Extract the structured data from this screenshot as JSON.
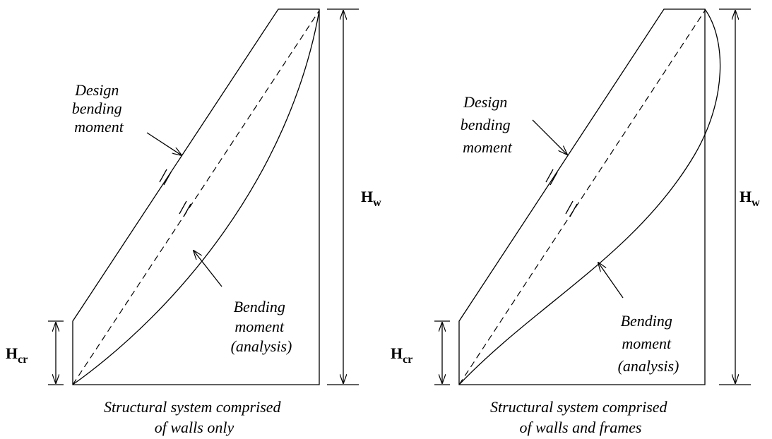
{
  "left_panel": {
    "design_label": [
      "Design",
      "bending",
      "moment"
    ],
    "analysis_label": [
      "Bending",
      "moment",
      "(analysis)"
    ],
    "hcr_main": "H",
    "hcr_sub": "cr",
    "hw_main": "H",
    "hw_sub": "w",
    "caption": [
      "Structural system comprised",
      "of walls only"
    ]
  },
  "right_panel": {
    "design_label": [
      "Design",
      "bending",
      "moment"
    ],
    "analysis_label": [
      "Bending",
      "moment",
      "(analysis)"
    ],
    "hcr_main": "H",
    "hcr_sub": "cr",
    "hw_main": "H",
    "hw_sub": "w",
    "caption": [
      "Structural system comprised",
      "of walls and frames"
    ]
  }
}
